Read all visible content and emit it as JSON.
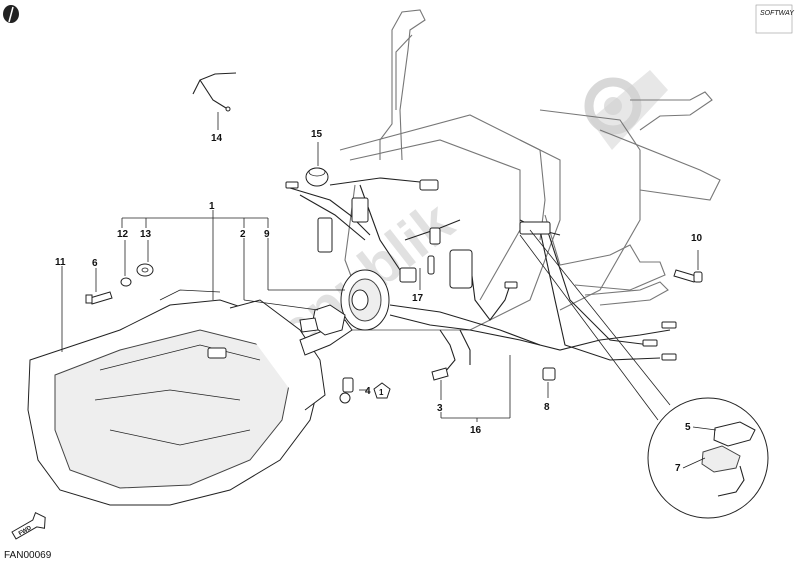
{
  "diagram": {
    "drawing_code": "FAN00069",
    "brand_mark": "SOFTWAY",
    "watermark": "PartsRepublik",
    "callouts": [
      {
        "id": "1",
        "text": "1"
      },
      {
        "id": "2",
        "text": "2"
      },
      {
        "id": "3",
        "text": "3"
      },
      {
        "id": "4",
        "text": "4"
      },
      {
        "id": "5",
        "text": "5"
      },
      {
        "id": "6",
        "text": "6"
      },
      {
        "id": "7",
        "text": "7"
      },
      {
        "id": "8",
        "text": "8"
      },
      {
        "id": "9",
        "text": "9"
      },
      {
        "id": "10",
        "text": "10"
      },
      {
        "id": "11",
        "text": "11"
      },
      {
        "id": "12",
        "text": "12"
      },
      {
        "id": "13",
        "text": "13"
      },
      {
        "id": "14",
        "text": "14"
      },
      {
        "id": "15",
        "text": "15"
      },
      {
        "id": "16",
        "text": "16"
      },
      {
        "id": "17",
        "text": "17"
      }
    ],
    "kit_marker": "1",
    "direction_marker": "FWD"
  }
}
